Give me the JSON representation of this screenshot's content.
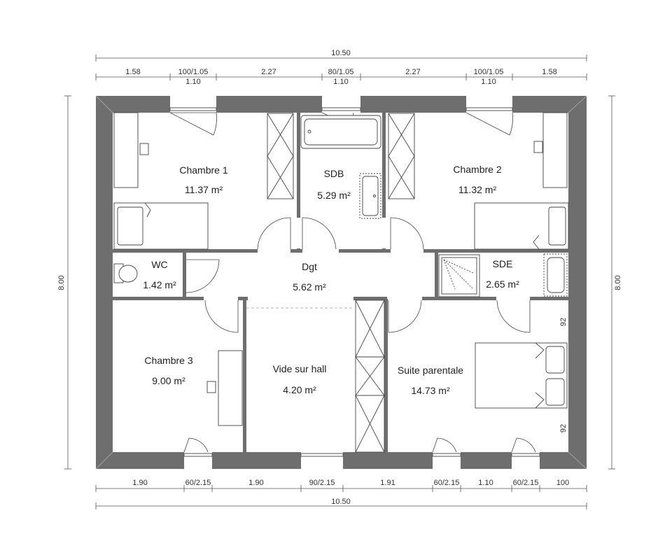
{
  "plan": {
    "top": {
      "overall": "10.50",
      "segments": [
        "1.58",
        "100/1.05",
        "1.10",
        "2.27",
        "80/1.05",
        "1.10",
        "2.27",
        "100/1.05",
        "1.10",
        "1.58"
      ]
    },
    "bottom": {
      "overall": "10.50",
      "segments": [
        "1.90",
        "60/2.15",
        "1.90",
        "90/2.15",
        "1.91",
        "60/2.15",
        "1.10",
        "60/2.15",
        "100"
      ]
    },
    "left": "8.00",
    "right": "8.00",
    "suite_side": [
      "92",
      "92"
    ],
    "rooms": [
      {
        "name": "Chambre 1",
        "area": "11.37 m²"
      },
      {
        "name": "SDB",
        "area": "5.29 m²"
      },
      {
        "name": "Chambre 2",
        "area": "11.32 m²"
      },
      {
        "name": "WC",
        "area": "1.42 m²"
      },
      {
        "name": "Dgt",
        "area": "5.62 m²"
      },
      {
        "name": "SDE",
        "area": "2.65 m²"
      },
      {
        "name": "Chambre 3",
        "area": "9.00 m²"
      },
      {
        "name": "Vide sur hall",
        "area": "4.20 m²"
      },
      {
        "name": "Suite parentale",
        "area": "14.73 m²"
      }
    ]
  }
}
